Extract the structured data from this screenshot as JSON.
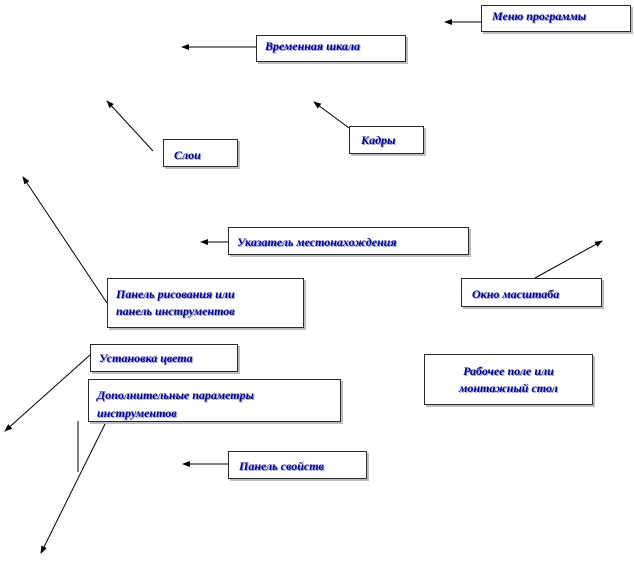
{
  "labels": {
    "menu": "Меню программы",
    "timeline": "Временная шкала",
    "frames": "Кадры",
    "layers": "Слои",
    "playhead": "Указатель местонахождения",
    "toolbar_line1": "Панель рисования или",
    "toolbar_line2": "панель инструментов",
    "zoom": "Окно масштаба",
    "color": "Установка цвета",
    "options_line1": "Дополнительные параметры",
    "options_line2": "инструментов",
    "stage_line1": "Рабочее поле или",
    "stage_line2": "монтажный стол",
    "properties": "Панель свойств"
  },
  "colors": {
    "text": "#00008b",
    "border": "#2a2a2a",
    "arrow": "#000000"
  }
}
